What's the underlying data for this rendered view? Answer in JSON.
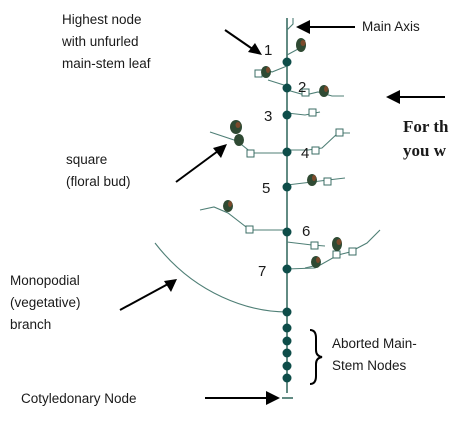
{
  "labels": {
    "highest_node": [
      "Highest node",
      "with unfurled",
      "main-stem leaf"
    ],
    "main_axis": "Main Axis",
    "square": [
      "square",
      "(floral bud)"
    ],
    "monopodial": [
      "Monopodial",
      "(vegetative)",
      "branch"
    ],
    "aborted": [
      "Aborted Main-",
      "Stem Nodes"
    ],
    "cotyledonary": "Cotyledonary Node",
    "cut_text": [
      "For th",
      "you w"
    ]
  },
  "node_numbers": [
    "1",
    "2",
    "3",
    "4",
    "5",
    "6",
    "7"
  ],
  "colors": {
    "stem": "#3b6e64",
    "node": "#0e4d49"
  }
}
